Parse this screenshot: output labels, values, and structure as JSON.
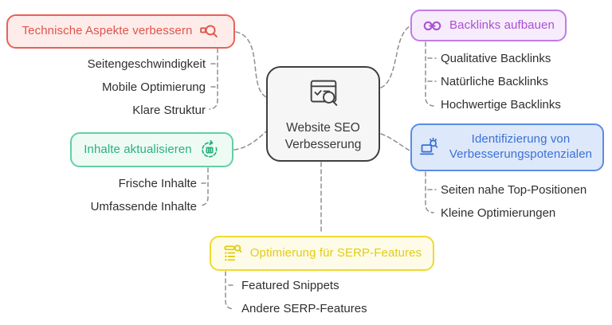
{
  "canvas": {
    "background": "#ffffff",
    "connector_color": "#8f8f8f"
  },
  "center": {
    "label": "Website SEO Verbesserung",
    "icon": "browser-seo-audit-icon",
    "fill": "#f6f6f6",
    "border_color": "#3f3f3f",
    "text_color": "#3a3a3a"
  },
  "leaf_text_color": "#2f2f2f",
  "branches": [
    {
      "label": "Technische Aspekte verbessern",
      "icon": "magnifier-inspect-icon",
      "text_color": "#e0544a",
      "border_color": "#e66258",
      "fill": "#fdecea",
      "children": [
        "Seitengeschwindigkeit",
        "Mobile Optimierung",
        "Klare Struktur"
      ]
    },
    {
      "label": "Inhalte aktualisieren",
      "icon": "refresh-content-icon",
      "text_color": "#2bb07e",
      "border_color": "#63cfa4",
      "fill": "#edfbf4",
      "children": [
        "Frische Inhalte",
        "Umfassende Inhalte"
      ]
    },
    {
      "label": "Backlinks aufbauen",
      "icon": "chain-link-icon",
      "text_color": "#ab4fd3",
      "border_color": "#bf7ce4",
      "fill": "#f7ecfc",
      "children": [
        "Qualitative Backlinks",
        "Natürliche Backlinks",
        "Hochwertige Backlinks"
      ]
    },
    {
      "label": "Identifizierung von Verbesserungspotenzialen",
      "icon": "laptop-magnifier-icon",
      "text_color": "#3b70d6",
      "border_color": "#5b8ce4",
      "fill": "#dde8fa",
      "children": [
        "Seiten nahe Top-Positionen",
        "Kleine Optimierungen"
      ]
    },
    {
      "label": "Optimierung für SERP-Features",
      "icon": "list-magnifier-icon",
      "text_color": "#e2cb15",
      "border_color": "#eeda2e",
      "fill": "#fefce8",
      "children": [
        "Featured Snippets",
        "Andere SERP-Features"
      ]
    }
  ]
}
